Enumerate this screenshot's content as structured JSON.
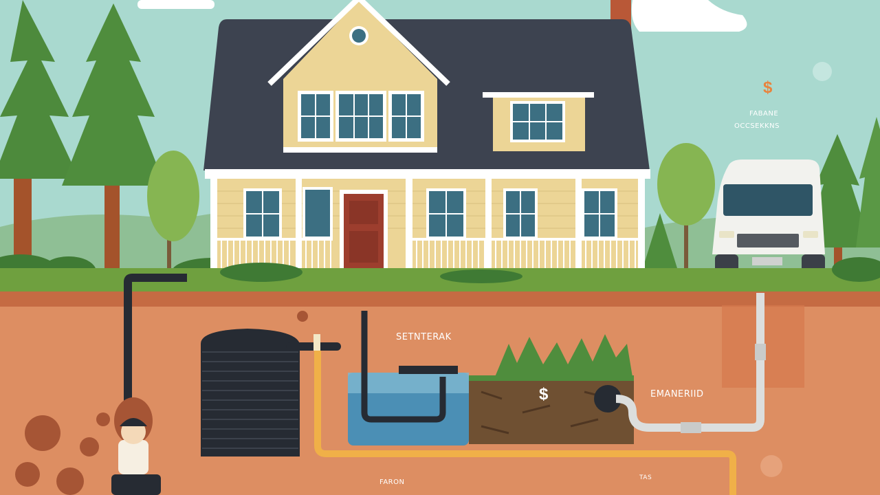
{
  "sky_labels": {
    "dollar": "$",
    "line1": "FABANE",
    "line2": "OCCSEKKNS"
  },
  "underground_labels": {
    "tank_label": "SETNTERAK",
    "drainfield_label": "EMANERIID",
    "bottom_left": "FARON",
    "bottom_right": "TAS",
    "soil_dollar": "$"
  },
  "colors": {
    "sky": "#a9d9cf",
    "soil": "#dd8e62",
    "grass": "#6fa03f",
    "house_siding": "#ecd596",
    "roof": "#3d4350",
    "pipe_orange": "#f0b048",
    "tank": "#262b33"
  }
}
